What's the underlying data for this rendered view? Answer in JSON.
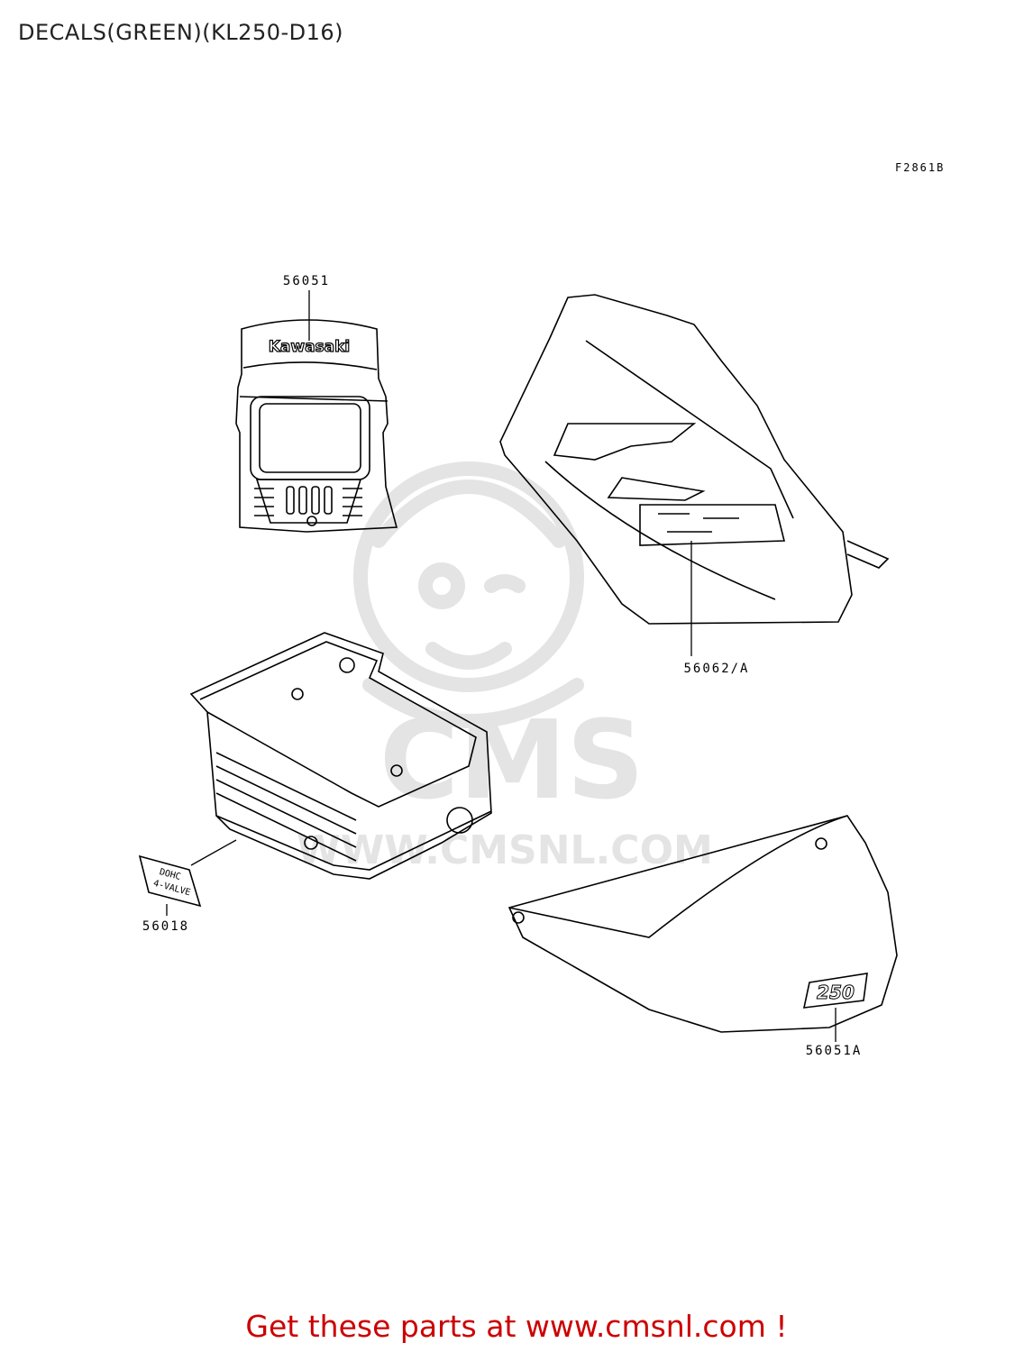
{
  "page": {
    "title": "DECALS(GREEN)(KL250-D16)",
    "figure_code": "F2861B"
  },
  "parts": [
    {
      "number": "56051"
    },
    {
      "number": "56062/A"
    },
    {
      "number": "56018"
    },
    {
      "number": "56051A"
    }
  ],
  "decal_texts": {
    "headlight_logo": "Kawasaki",
    "cylinder_label_top": "DOHC",
    "cylinder_label_bottom": "4-VALVE",
    "side_cover_number": "250"
  },
  "watermark": {
    "brand": "CMS",
    "url": "WWW.CMSNL.COM"
  },
  "footer": {
    "cta": "Get these parts at www.cmsnl.com !"
  },
  "colors": {
    "line": "#000000",
    "watermark": "#e4e4e4",
    "footer_text": "#cc0000"
  }
}
